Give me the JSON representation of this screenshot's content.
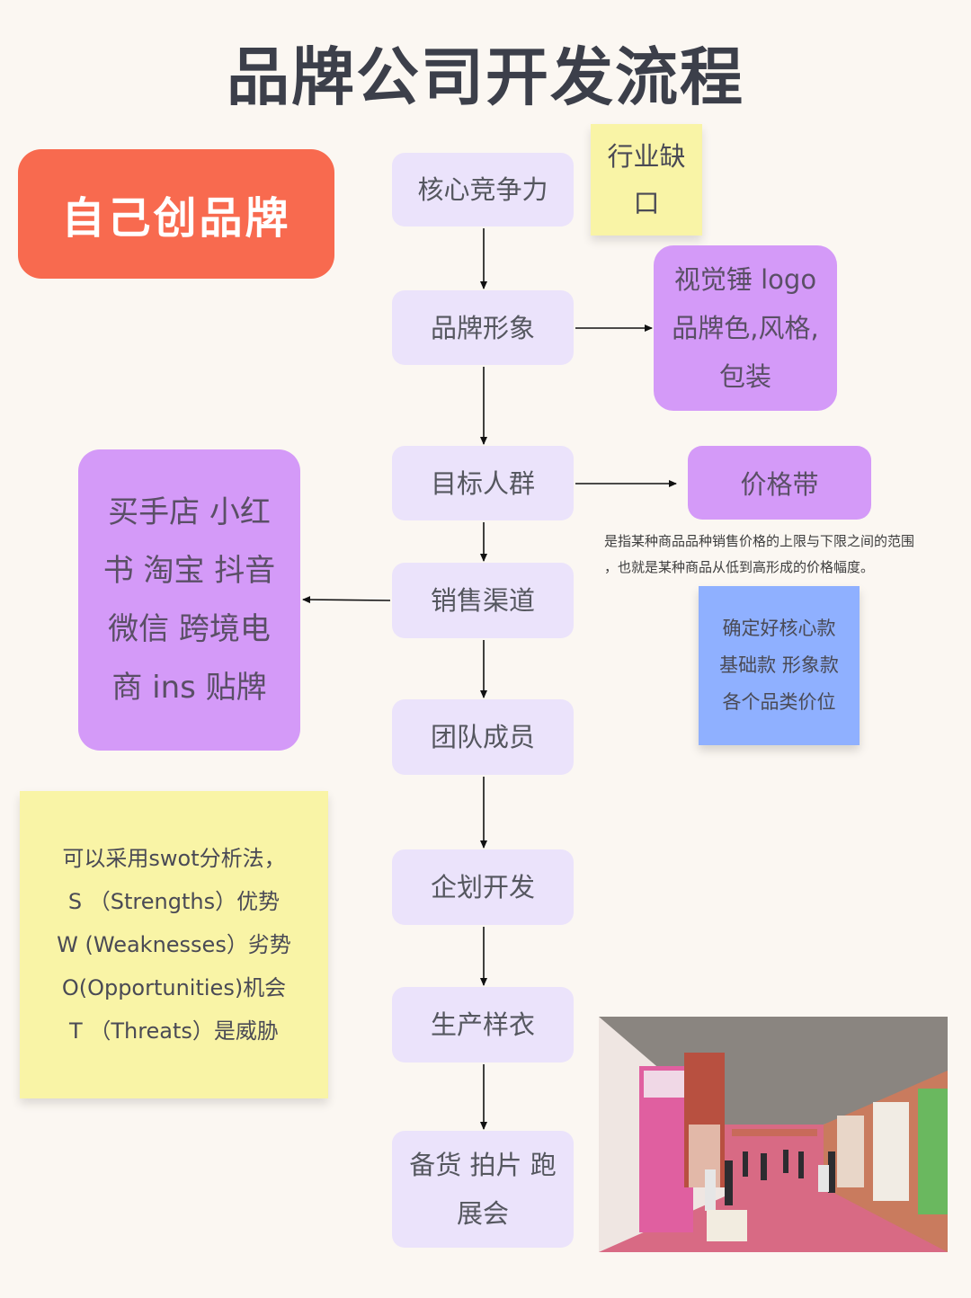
{
  "title": "品牌公司开发流程",
  "own_brand": "自己创品牌",
  "steps": [
    {
      "label": "核心竞争力"
    },
    {
      "label": "品牌形象"
    },
    {
      "label": "目标人群"
    },
    {
      "label": "销售渠道"
    },
    {
      "label": "团队成员"
    },
    {
      "label": "企划开发"
    },
    {
      "label": "生产样衣"
    },
    {
      "label": "备货 拍片 跑展会"
    }
  ],
  "industry_gap_note": "行业缺口",
  "brand_image_detail": {
    "line1": "视觉锤 logo",
    "line2": "品牌色,风格,",
    "line3": "包装"
  },
  "price_band": "价格带",
  "price_band_definition": {
    "line1": "是指某种商品品种销售价格的上限与下限之间的范围",
    "line2": "，也就是某种商品从低到高形成的价格幅度。"
  },
  "product_note": {
    "line1": "确定好核心款",
    "line2": "基础款 形象款",
    "line3": "各个品类价位"
  },
  "channels": {
    "line1": "买手店 小红",
    "line2": "书 淘宝 抖音",
    "line3": "微信 跨境电",
    "line4": "商 ins 贴牌"
  },
  "swot": {
    "line1": "可以采用swot分析法，",
    "line2": "S （Strengths）优势",
    "line3": "W (Weaknesses）劣势",
    "line4": "O(Opportunities)机会",
    "line5": "T （Threats）是威胁"
  },
  "colors": {
    "background": "#fbf7f2",
    "accent_orange": "#f86a4f",
    "step_lavender": "#ebe3fb",
    "purple": "#d49af8",
    "sticky_yellow": "#f9f4a6",
    "sticky_blue": "#8fb0ff"
  }
}
